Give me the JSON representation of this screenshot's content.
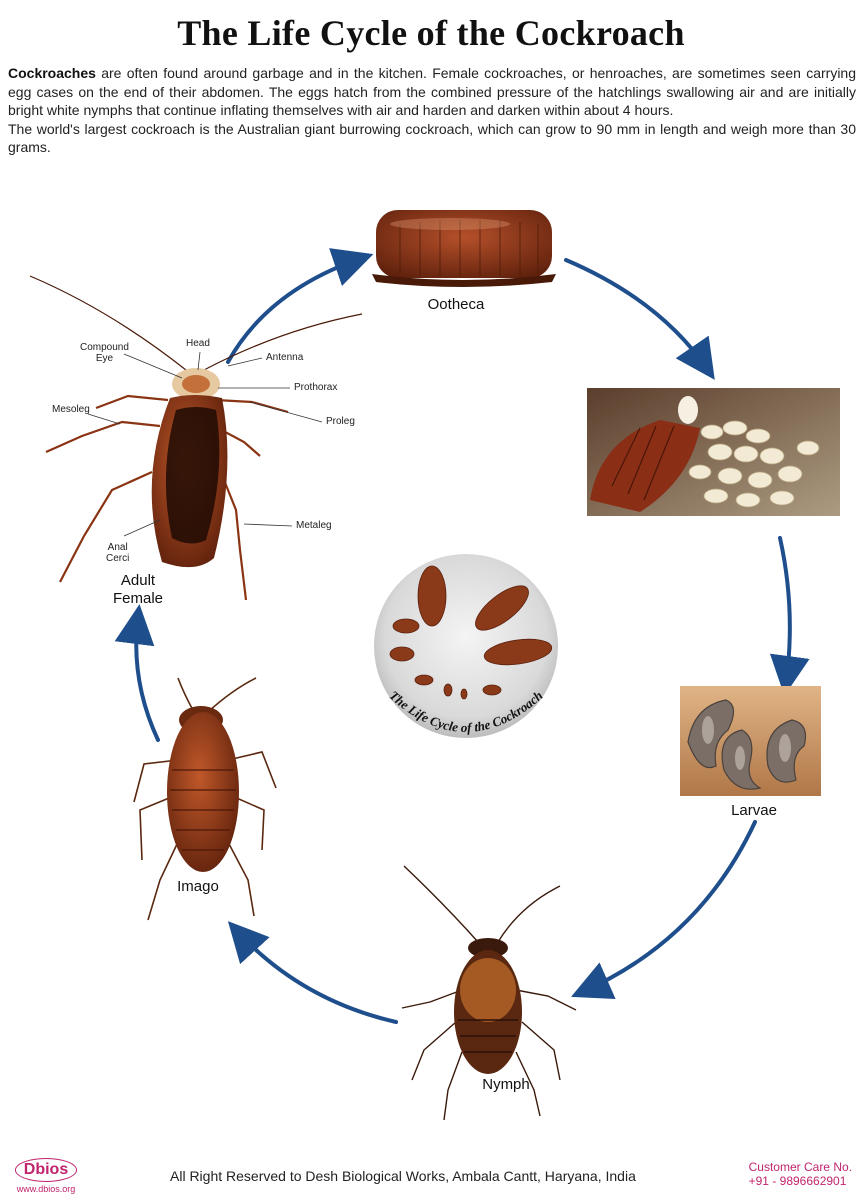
{
  "title": "The Life Cycle of the Cockroach",
  "intro": {
    "lead": "Cockroaches",
    "p1_rest": " are often found around garbage and in the kitchen. Female cockroaches, or henroaches, are sometimes seen carrying egg cases on the end of their abdomen. The eggs hatch from the combined pressure of the hatchlings swallowing air and are initially bright white nymphs that continue inflating themselves with air and harden and darken within about 4 hours.",
    "p2": "The world's largest cockroach is the Australian giant burrowing cockroach, which can grow to 90 mm in length and weigh more than 30 grams."
  },
  "stages": {
    "ootheca": "Ootheca",
    "larvae": "Larvae",
    "nymph": "Nymph",
    "imago": "Imago",
    "adult_line1": "Adult",
    "adult_line2": "Female"
  },
  "parts": {
    "compound_eye_1": "Compound",
    "compound_eye_2": "Eye",
    "head": "Head",
    "antenna": "Antenna",
    "prothorax": "Prothorax",
    "proleg": "Proleg",
    "mesoleg": "Mesoleg",
    "metaleg": "Metaleg",
    "anal_cerci_1": "Anal",
    "anal_cerci_2": "Cerci"
  },
  "center_caption": "The Life Cycle of the Cockroach",
  "footer": {
    "brand": "Dbios",
    "url": "www.dbios.org",
    "rights": "All Right Reserved to Desh Biological Works, Ambala Cantt, Haryana, India",
    "care_label": "Customer Care No.",
    "care_phone": "+91 - 9896662901"
  },
  "colors": {
    "arrow": "#1f4e8c",
    "roach_body": "#7a2f12",
    "roach_dark": "#2a1008",
    "brand": "#c0246d"
  }
}
